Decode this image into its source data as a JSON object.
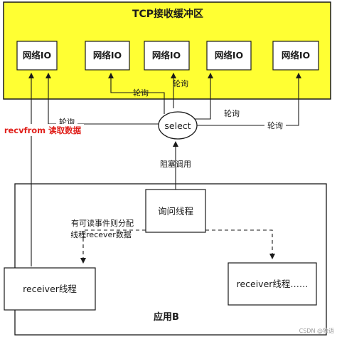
{
  "buffer_title": "TCP接收缓冲区",
  "io_boxes": [
    "网络IO",
    "网络IO",
    "网络IO",
    "网络IO",
    "网络IO"
  ],
  "select_label": "select",
  "poll_labels": [
    "轮询",
    "轮询",
    "轮询",
    "轮询",
    "轮询"
  ],
  "recvfrom_label": "recvfrom 读取数据",
  "block_call_label": "阻塞调用",
  "app_title": "应用B",
  "poll_thread_label": "询问线程",
  "dispatch_note": [
    "有可读事件则分配",
    "线程recever数据"
  ],
  "receiver_left_label": "receiver线程",
  "receiver_right_label": "receiver线程……",
  "watermark": "CSDN @独语"
}
